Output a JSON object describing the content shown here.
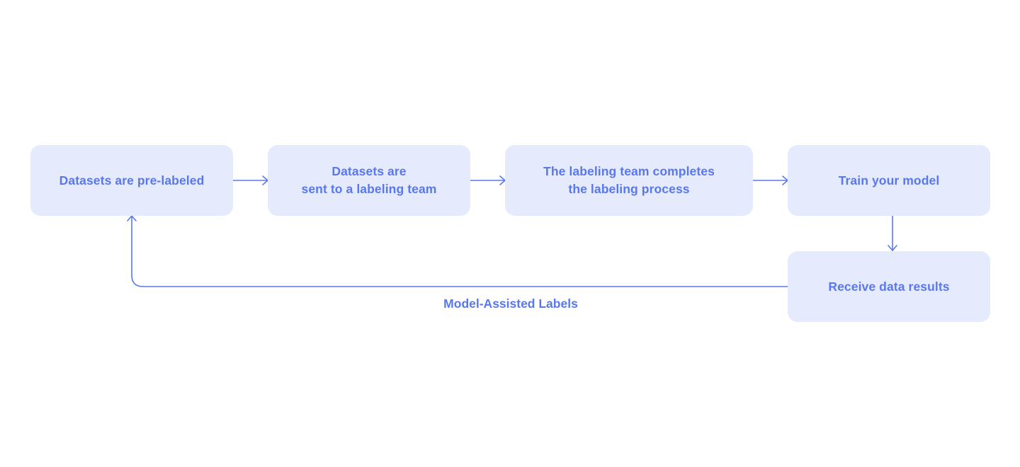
{
  "diagram": {
    "nodes": [
      {
        "id": "n1",
        "lines": [
          "Datasets are pre-labeled"
        ]
      },
      {
        "id": "n2",
        "lines": [
          "Datasets are",
          "sent to a labeling team"
        ]
      },
      {
        "id": "n3",
        "lines": [
          "The labeling team completes",
          "the labeling process"
        ]
      },
      {
        "id": "n4",
        "lines": [
          "Train your model"
        ]
      },
      {
        "id": "n5",
        "lines": [
          "Receive data results"
        ]
      }
    ],
    "edges": [
      {
        "from": "n1",
        "to": "n2"
      },
      {
        "from": "n2",
        "to": "n3"
      },
      {
        "from": "n3",
        "to": "n4"
      },
      {
        "from": "n4",
        "to": "n5"
      },
      {
        "from": "n5",
        "to": "n1",
        "label": "Model-Assisted Labels"
      }
    ],
    "colors": {
      "node_fill": "#e5eafc",
      "accent": "#5a78ee",
      "background": "#ffffff"
    }
  }
}
